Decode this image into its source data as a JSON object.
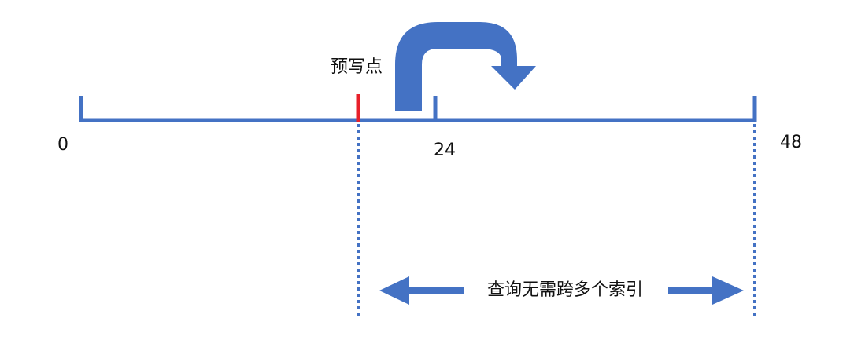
{
  "colors": {
    "axis": "#4472C4",
    "marker": "#E8202A",
    "text": "#111111",
    "background": "#FFFFFF"
  },
  "axis": {
    "start_label": "0",
    "mid_label": "24",
    "end_label": "48"
  },
  "marker": {
    "label": "预写点"
  },
  "span_arrow": {
    "label": "查询无需跨多个索引"
  },
  "icons": {
    "curved_arrow": "u-turn-arrow-icon",
    "span_arrow": "double-headed-arrow-icon"
  }
}
